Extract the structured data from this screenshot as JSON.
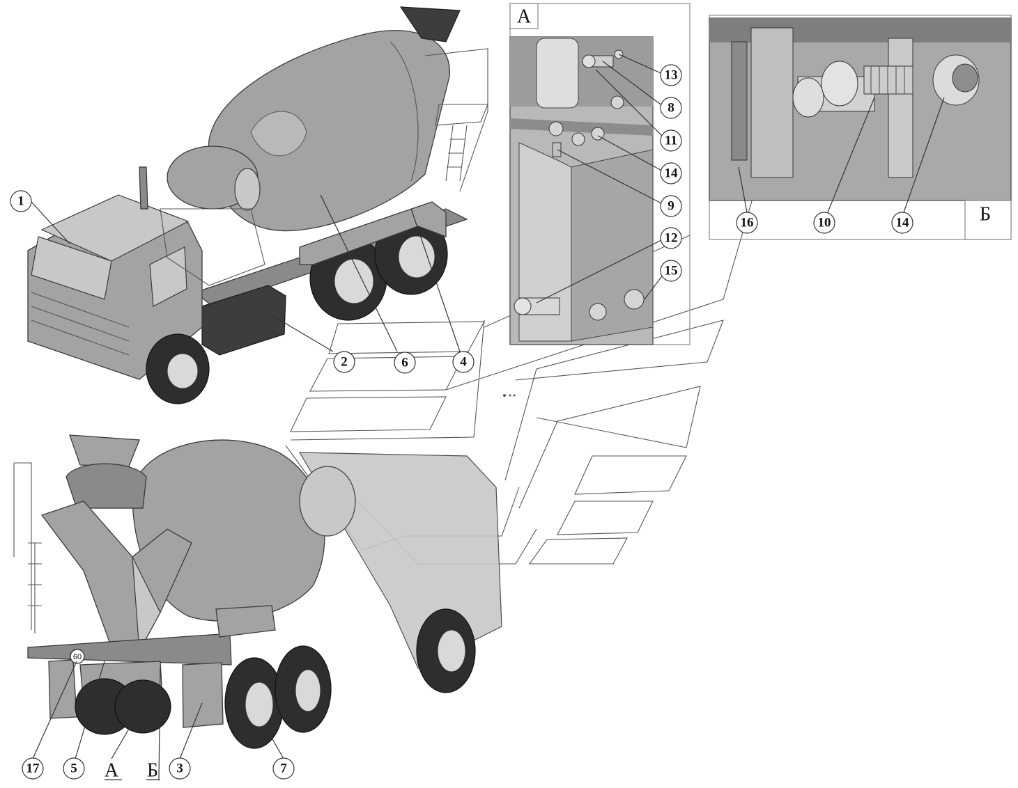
{
  "views": {
    "detail_a": {
      "letter": "А"
    },
    "detail_b": {
      "letter": "Б"
    }
  },
  "bottom_letters": {
    "a": "А",
    "b": "Б"
  },
  "badge": {
    "label": "60"
  },
  "callouts": {
    "c1": "1",
    "c2": "2",
    "c6": "6",
    "c4": "4",
    "c13": "13",
    "c8": "8",
    "c11": "11",
    "c14a": "14",
    "c9": "9",
    "c12": "12",
    "c15": "15",
    "c16": "16",
    "c10": "10",
    "c14b": "14",
    "c17": "17",
    "c5": "5",
    "c3": "3",
    "c7": "7"
  }
}
